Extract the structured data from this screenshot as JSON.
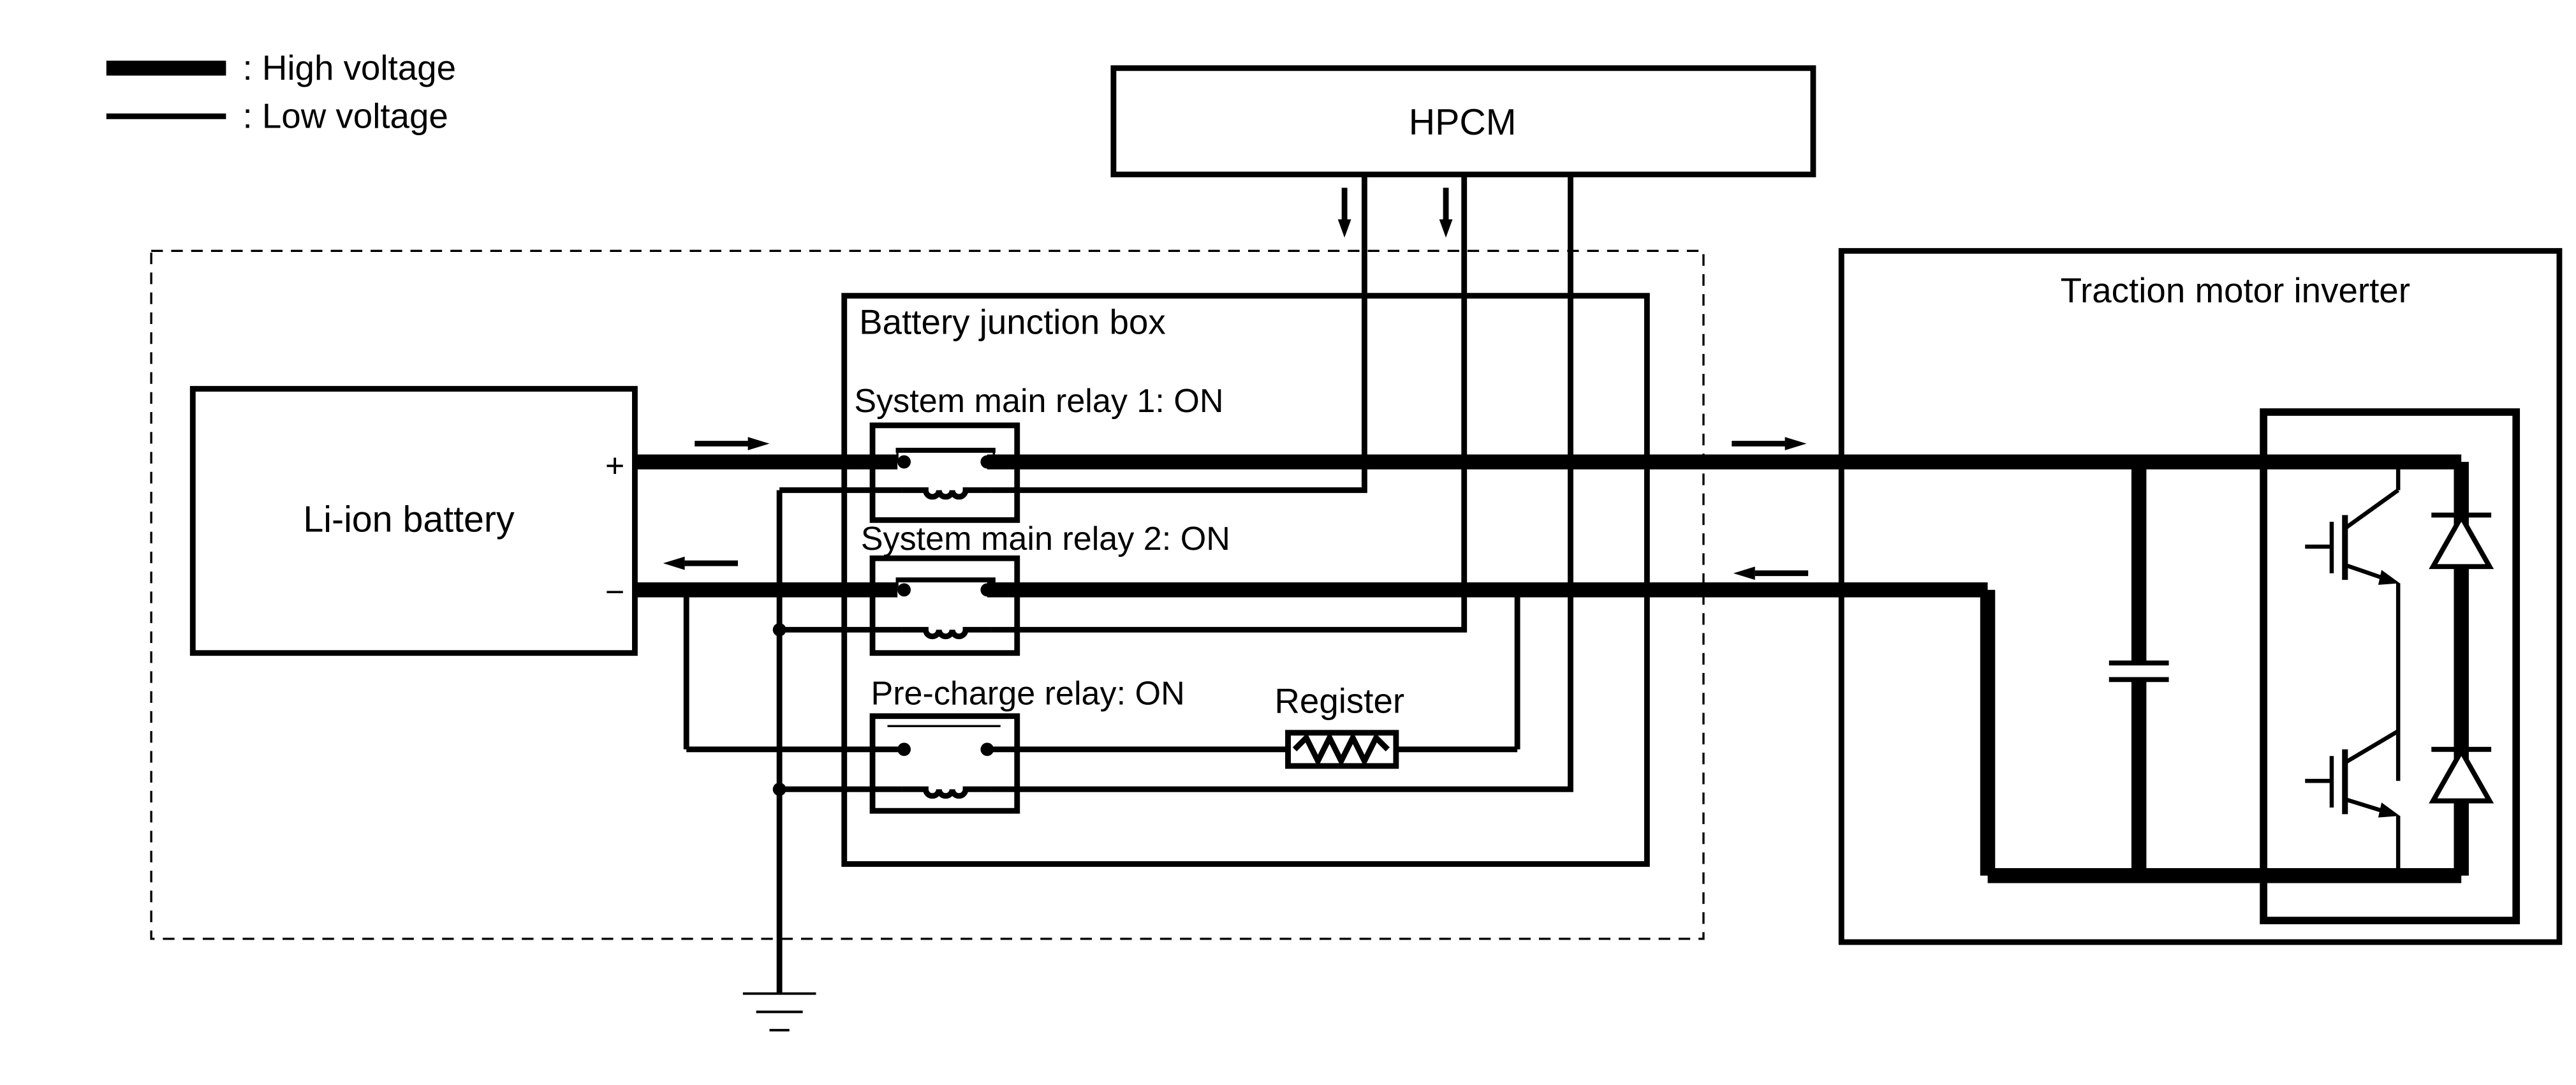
{
  "legend": {
    "high_voltage": ": High voltage",
    "low_voltage": ": Low voltage"
  },
  "blocks": {
    "hpcm": "HPCM",
    "battery": "Li-ion battery",
    "junction_box": "Battery junction box",
    "inverter": "Traction motor inverter"
  },
  "relays": {
    "relay1": "System main relay 1: ON",
    "relay2": "System main relay 2: ON",
    "precharge": "Pre-charge relay: ON"
  },
  "resistor": "Register",
  "terminals": {
    "plus": "+",
    "minus": "−"
  },
  "colors": {
    "line": "#000000",
    "background": "#ffffff"
  }
}
